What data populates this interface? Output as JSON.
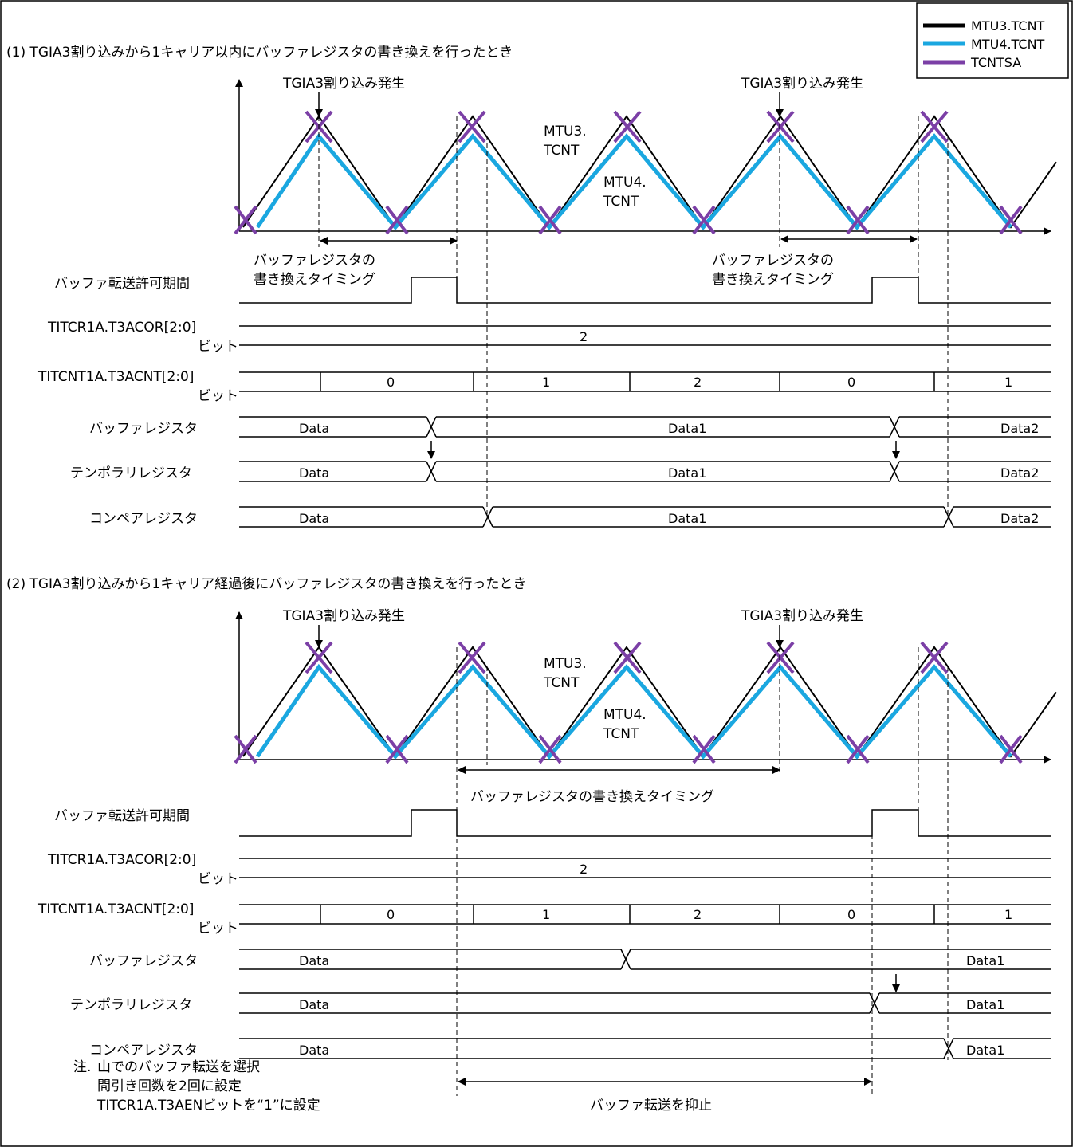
{
  "legend": {
    "items": [
      {
        "label": "MTU3.TCNT",
        "color": "#000000"
      },
      {
        "label": "MTU4.TCNT",
        "color": "#1aa7e0"
      },
      {
        "label": "TCNTSA",
        "color": "#7b3fa6"
      }
    ]
  },
  "section1": {
    "title": "(1) TGIA3割り込みから1キャリア以内にバッファレジスタの書き換えを行ったとき",
    "int_label_1": "TGIA3割り込み発生",
    "int_label_2": "TGIA3割り込み発生",
    "mtu3_label": [
      "MTU3.",
      "TCNT"
    ],
    "mtu4_label": [
      "MTU4.",
      "TCNT"
    ],
    "rewrite_timing_a": [
      "バッファレジスタの",
      "書き換えタイミング"
    ],
    "rewrite_timing_b": [
      "バッファレジスタの",
      "書き換えタイミング"
    ],
    "signals": {
      "enable": "バッファ転送許可期間",
      "acor": [
        "TITCR1A.T3ACOR[2:0]",
        "ビット"
      ],
      "acor_value": "2",
      "acnt": [
        "TITCNT1A.T3ACNT[2:0]",
        "ビット"
      ],
      "acnt_values": [
        "0",
        "1",
        "2",
        "0",
        "1"
      ],
      "buffer": "バッファレジスタ",
      "buffer_values": [
        "Data",
        "Data1",
        "Data2"
      ],
      "temp": "テンポラリレジスタ",
      "temp_values": [
        "Data",
        "Data1",
        "Data2"
      ],
      "compare": "コンペアレジスタ",
      "compare_values": [
        "Data",
        "Data1",
        "Data2"
      ]
    }
  },
  "section2": {
    "title": "(2) TGIA3割り込みから1キャリア経過後にバッファレジスタの書き換えを行ったとき",
    "int_label_1": "TGIA3割り込み発生",
    "int_label_2": "TGIA3割り込み発生",
    "mtu3_label": [
      "MTU3.",
      "TCNT"
    ],
    "mtu4_label": [
      "MTU4.",
      "TCNT"
    ],
    "rewrite_timing": "バッファレジスタの書き換えタイミング",
    "signals": {
      "enable": "バッファ転送許可期間",
      "acor": [
        "TITCR1A.T3ACOR[2:0]",
        "ビット"
      ],
      "acor_value": "2",
      "acnt": [
        "TITCNT1A.T3ACNT[2:0]",
        "ビット"
      ],
      "acnt_values": [
        "0",
        "1",
        "2",
        "0",
        "1"
      ],
      "buffer": "バッファレジスタ",
      "buffer_values": [
        "Data",
        "Data1"
      ],
      "temp": "テンポラリレジスタ",
      "temp_values": [
        "Data",
        "Data1"
      ],
      "compare": "コンペアレジスタ",
      "compare_values": [
        "Data",
        "Data1"
      ]
    },
    "suppress": "バッファ転送を抑止",
    "notes": [
      "注.",
      "山でのバッファ転送を選択",
      "間引き回数を2回に設定",
      "TITCR1A.T3AENビットを“1”に設定"
    ]
  }
}
